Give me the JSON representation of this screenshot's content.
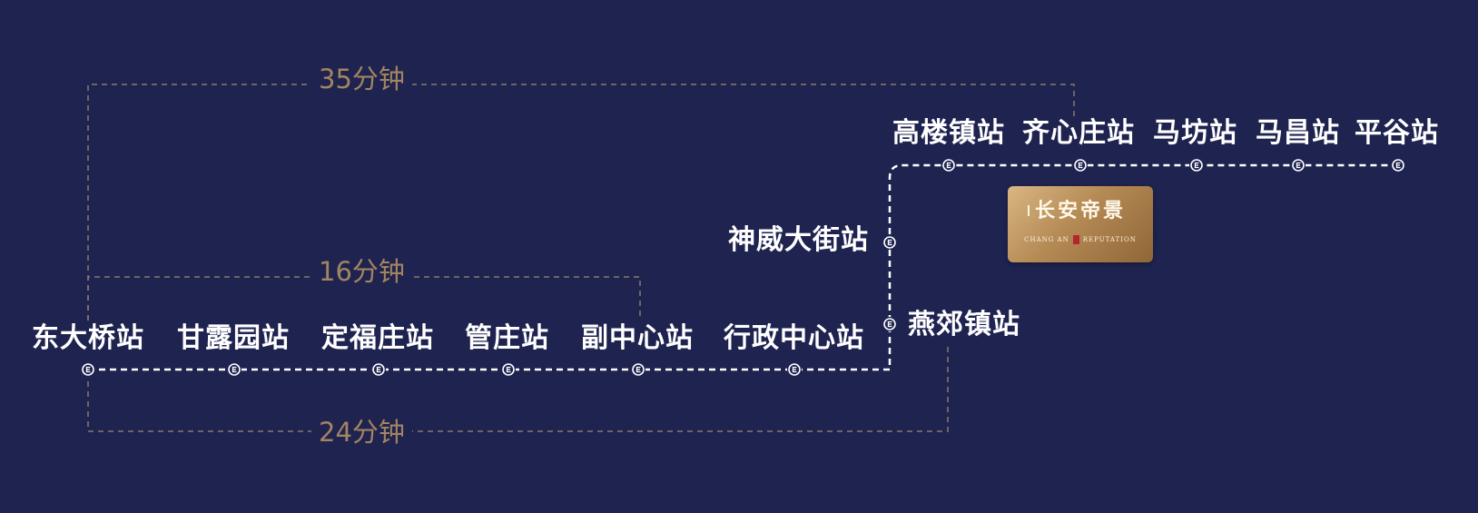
{
  "colors": {
    "background": "#1f2350",
    "route_line": "#ffffff",
    "bracket_line": "#8a7a6a",
    "duration_text": "#a38461",
    "logo_gold": "#c9a46e"
  },
  "station_icon": "metro-logo-icon",
  "stations": [
    {
      "id": "dongdaqiao",
      "name": "东大桥站"
    },
    {
      "id": "ganluyuan",
      "name": "甘露园站"
    },
    {
      "id": "dingfuzhuang",
      "name": "定福庄站"
    },
    {
      "id": "guanzhuang",
      "name": "管庄站"
    },
    {
      "id": "fuzhongxin",
      "name": "副中心站"
    },
    {
      "id": "xingzhengzhongxin",
      "name": "行政中心站"
    },
    {
      "id": "yanjiaozhen",
      "name": "燕郊镇站"
    },
    {
      "id": "shenweidajie",
      "name": "神威大街站"
    },
    {
      "id": "gaolouzhen",
      "name": "高楼镇站"
    },
    {
      "id": "qixinzhuang",
      "name": "齐心庄站"
    },
    {
      "id": "mafang",
      "name": "马坊站"
    },
    {
      "id": "machang",
      "name": "马昌站"
    },
    {
      "id": "pinggu",
      "name": "平谷站"
    }
  ],
  "durations": [
    {
      "id": "to-pinggu-branch",
      "text": "35分钟",
      "from": "东大桥站",
      "to": "齐心庄站"
    },
    {
      "id": "to-fuzhongxin",
      "text": "16分钟",
      "from": "东大桥站",
      "to": "副中心站"
    },
    {
      "id": "to-yanjiao",
      "text": "24分钟",
      "from": "东大桥站",
      "to": "燕郊镇站"
    }
  ],
  "logo": {
    "title": "长安帝景",
    "subtitle_left": "CHANG AN",
    "subtitle_right": "REPUTATION"
  }
}
